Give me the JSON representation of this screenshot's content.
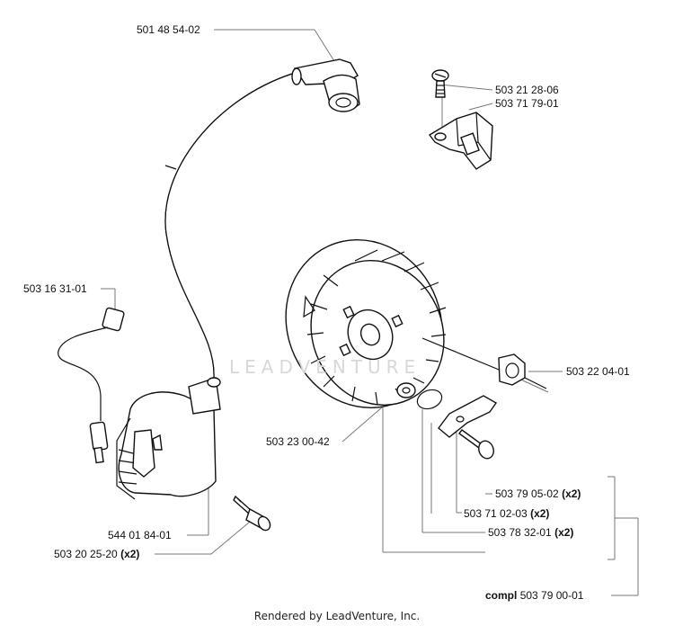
{
  "watermark": "LEADVENTURE",
  "footer": "Rendered by LeadVenture, Inc.",
  "callouts": {
    "spark_plug_cap": "501 48 54-02",
    "screw_top": "503 21 28-06",
    "bracket": "503 71 79-01",
    "connector": "503 16 31-01",
    "nut": "503 22 04-01",
    "washer": "503 23 00-42",
    "coil": "544 01 84-01",
    "coil_screw_num": "503 20 25-20",
    "coil_screw_qty": "(x2)",
    "rivet_num": "503 79 05-02",
    "rivet_qty": "(x2)",
    "pawl_num": "503 71 02-03",
    "pawl_qty": "(x2)",
    "spring_num": "503 78 32-01",
    "spring_qty": "(x2)",
    "compl_prefix": "compl",
    "compl_num": "503 79 00-01"
  }
}
